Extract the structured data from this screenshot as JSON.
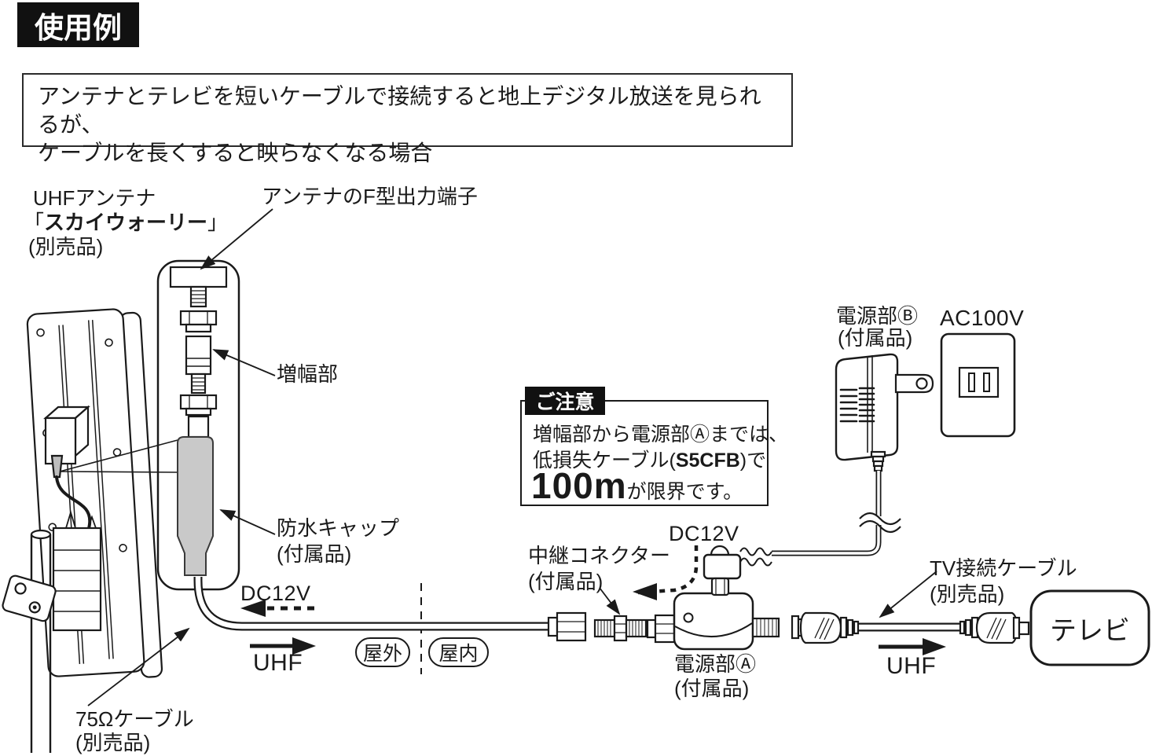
{
  "colors": {
    "ink": "#1a1a1a",
    "badge_bg": "#111111",
    "cap_gray": "#c9c9c9",
    "paper": "#ffffff"
  },
  "header": {
    "badge": "使用例",
    "description_line1": "アンテナとテレビを短いケーブルで接続すると地上デジタル放送を見られるが、",
    "description_line2": "ケーブルを長くすると映らなくなる場合"
  },
  "antenna": {
    "label_line1": "UHFアンテナ",
    "name_bracket_open": "「",
    "name": "スカイウォーリー",
    "name_bracket_close": "」",
    "availability": "(別売品)"
  },
  "callouts": {
    "f_terminal": "アンテナのF型出力端子",
    "amplifier": "増幅部",
    "waterproof_cap_line1": "防水キャップ",
    "waterproof_cap_line2": "(付属品)",
    "cable75_line1": "75Ωケーブル",
    "cable75_line2": "(別売品)",
    "relay_connector_line1": "中継コネクター",
    "relay_connector_line2": "(付属品)",
    "power_a_line1": "電源部Ⓐ",
    "power_a_line2": "(付属品)",
    "power_b_line1": "電源部Ⓑ",
    "power_b_line2": "(付属品)",
    "ac100v": "AC100V",
    "tv_cable_line1": "TV接続ケーブル",
    "tv_cable_line2": "(別売品)",
    "tv": "テレビ"
  },
  "flow": {
    "dc12v_left": "DC12V",
    "uhf_left": "UHF",
    "dc12v_right": "DC12V",
    "uhf_right": "UHF",
    "outdoor": "屋外",
    "indoor": "屋内"
  },
  "notice": {
    "tab": "ご注意",
    "line1": "増幅部から電源部Ⓐまでは、",
    "line2_pre": "低損失ケーブル(",
    "line2_bold": "S5CFB",
    "line2_post": ")で",
    "line3_big": "100m",
    "line3_rest": "が限界です。"
  }
}
